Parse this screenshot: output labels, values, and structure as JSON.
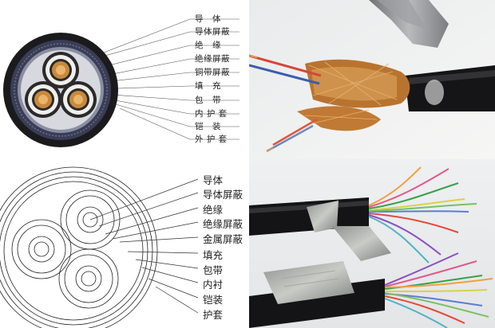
{
  "top_diagram": {
    "labels": [
      "导　体",
      "导体屏蔽",
      "绝　缘",
      "绝缘屏蔽",
      "铜带屏蔽",
      "填　充",
      "包　带",
      "内 护 套",
      "铠　装",
      "外 护 套"
    ]
  },
  "bottom_diagram": {
    "labels": [
      "导体",
      "导体屏蔽",
      "绝缘",
      "绝缘屏蔽",
      "金属屏蔽",
      "填充",
      "包带",
      "内衬",
      "铠装",
      "护套"
    ]
  },
  "colors": {
    "outer_sheath": "#1b1b1e",
    "armour": "#3a3d56",
    "inner_sheath": "#8a8ea0",
    "copper": "#c9893b",
    "photo_background": "#eceeef"
  }
}
